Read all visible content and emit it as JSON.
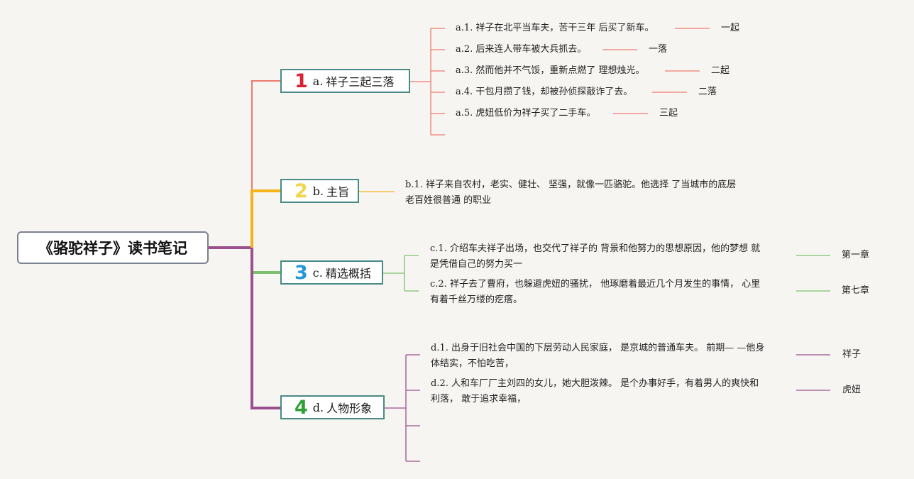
{
  "colors": {
    "a": "#ee7b6e",
    "b": "#f5b31a",
    "c": "#7cc26c",
    "d": "#9b4f8f",
    "num_a": "#d62434",
    "num_b": "#f2d54c",
    "num_c": "#2497d8",
    "num_d": "#2f9f37",
    "node_border": "#4a8a84"
  },
  "root": {
    "title": "《骆驼祥子》读书笔记"
  },
  "branches": [
    {
      "num": "1",
      "code": "a.",
      "label": "祥子三起三落",
      "items": [
        {
          "text": "a.1. 祥子在北平当车夫，苦干三年 后买了新车。",
          "tag": "一起"
        },
        {
          "text": "a.2. 后来连人带车被大兵抓去。",
          "tag": "一落"
        },
        {
          "text": "a.3. 然而他并不气馁，重新点燃了 理想烛光。",
          "tag": "二起"
        },
        {
          "text": "a.4. 干包月攒了钱，却被孙侦探敲诈了去。",
          "tag": "二落"
        },
        {
          "text": "a.5. 虎妞低价为祥子买了二手车。",
          "tag": "三起"
        }
      ]
    },
    {
      "num": "2",
      "code": "b.",
      "label": "主旨",
      "items": [
        {
          "line1": "b.1. 祥子来自农村，老实、健壮、 坚强，就像一匹骆驼。他选择 了当城市的底层",
          "line2": "老百姓很普通 的职业"
        }
      ]
    },
    {
      "num": "3",
      "code": "c.",
      "label": "精选概括",
      "items": [
        {
          "line1": "c.1. 介绍车夫祥子出场，也交代了祥子的 背景和他努力的思想原因，他的梦想 就",
          "line2": "是凭借自己的努力买一",
          "tag": "第一章"
        },
        {
          "line1": "c.2. 祥子去了曹府，也躲避虎妞的骚扰， 他琢磨着最近几个月发生的事情， 心里",
          "line2": "有着千丝万缕的疙瘩。",
          "tag": "第七章"
        }
      ]
    },
    {
      "num": "4",
      "code": "d.",
      "label": "人物形象",
      "items": [
        {
          "line1": "d.1. 出身于旧社会中国的下层劳动人民家庭， 是京城的普通车夫。 前期— —他身",
          "line2": "体结实，不怕吃苦，",
          "tag": "祥子"
        },
        {
          "line1": "d.2. 人和车厂厂主刘四的女儿，她大胆泼辣。 是个办事好手，有着男人的爽快和",
          "line2": "利落， 敢于追求幸福，",
          "tag": "虎妞"
        }
      ]
    }
  ]
}
